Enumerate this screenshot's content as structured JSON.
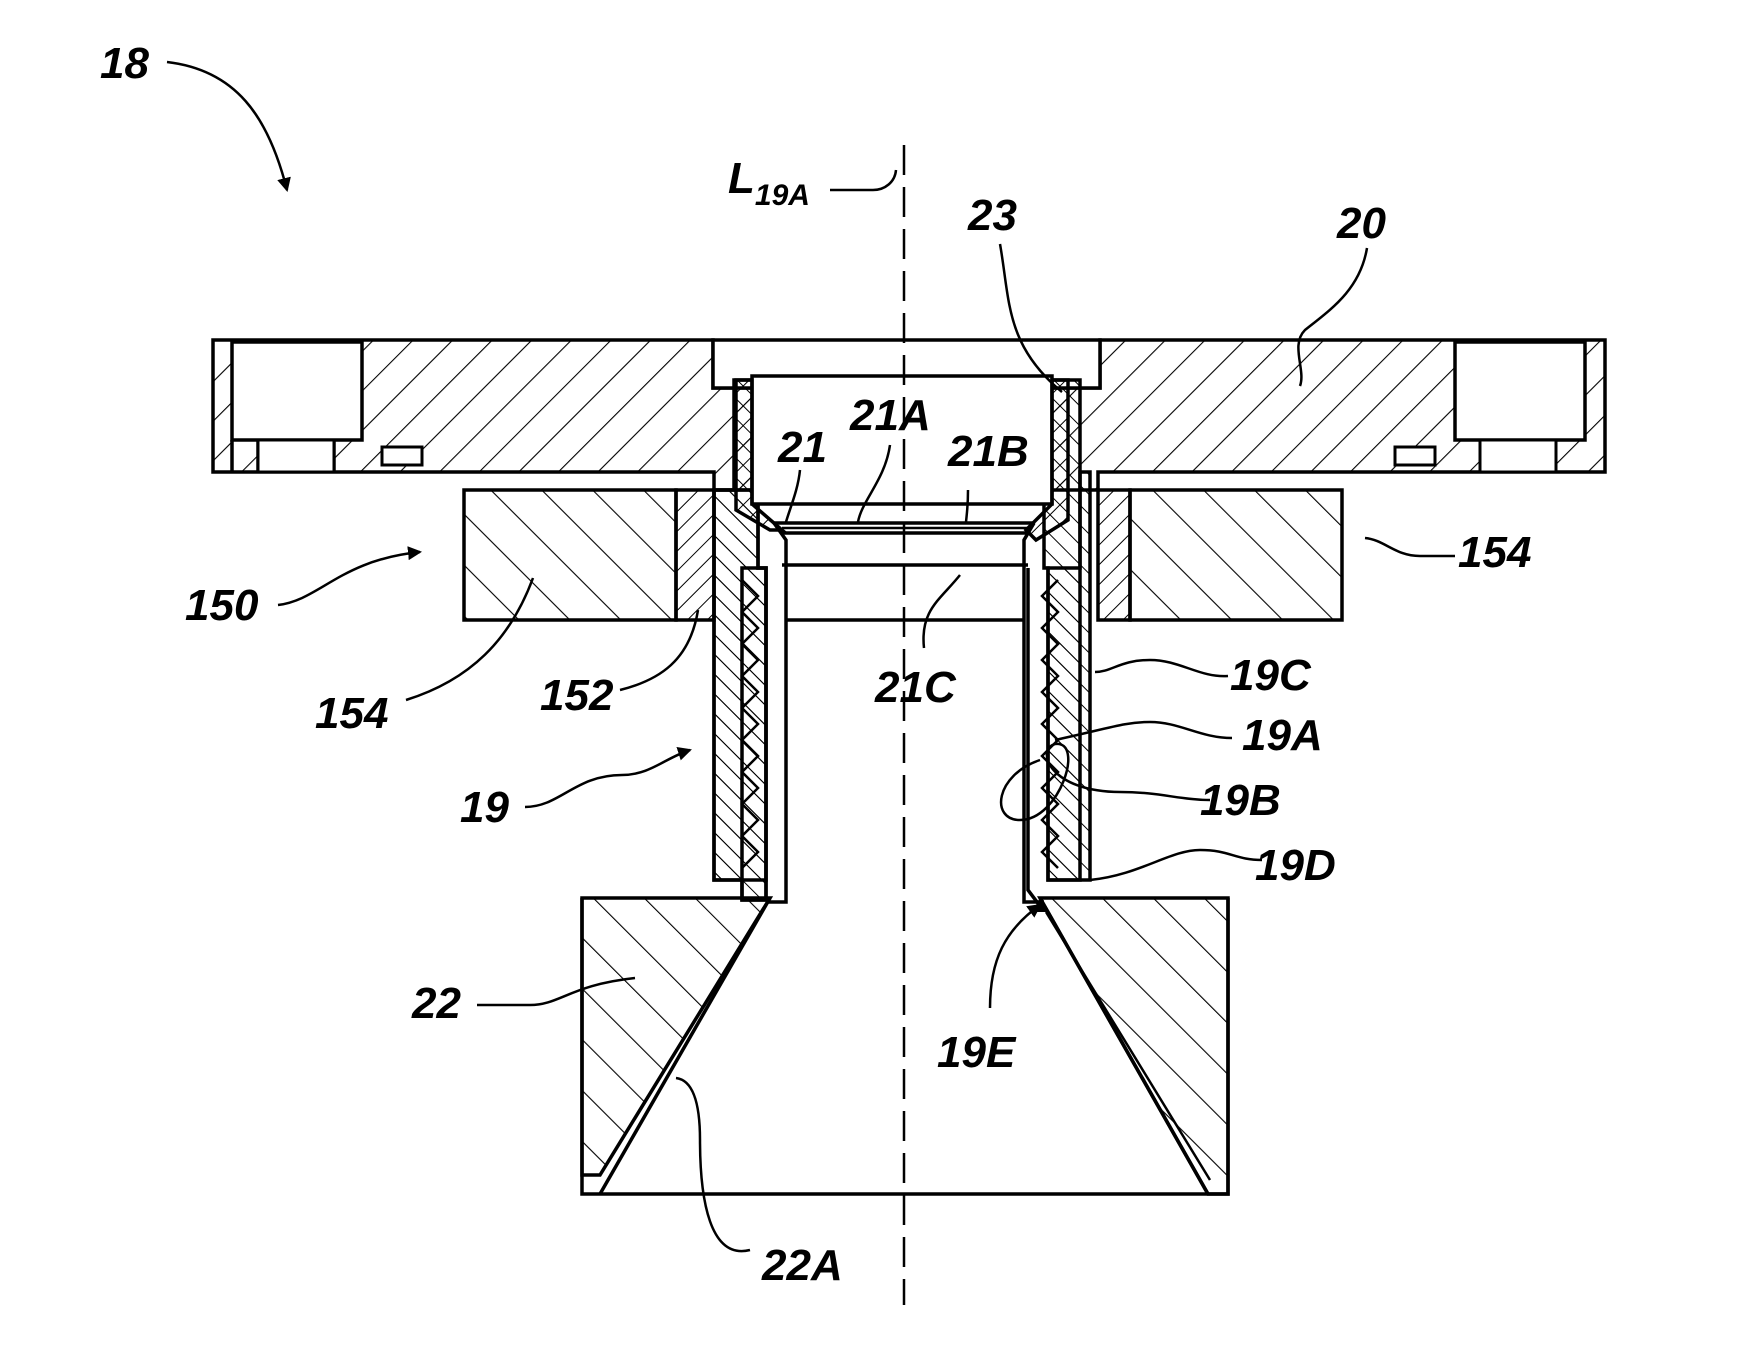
{
  "labels": {
    "assembly": "18",
    "axis_letter": "L",
    "axis_sub": "19A",
    "flange": "20",
    "cap_groove": "23",
    "ring_21": "21",
    "ring_21a": "21A",
    "ring_21b": "21B",
    "ring_21c": "21C",
    "magnet_assembly": "150",
    "spacer": "152",
    "magnet_left": "154",
    "magnet_right": "154",
    "tube": "19",
    "outer_wall": "19C",
    "thread_a": "19A",
    "thread_b": "19B",
    "shoulder": "19D",
    "tip": "19E",
    "cone_block": "22",
    "cone_surface": "22A"
  },
  "colors": {
    "ink": "#000000",
    "paper": "#ffffff"
  }
}
